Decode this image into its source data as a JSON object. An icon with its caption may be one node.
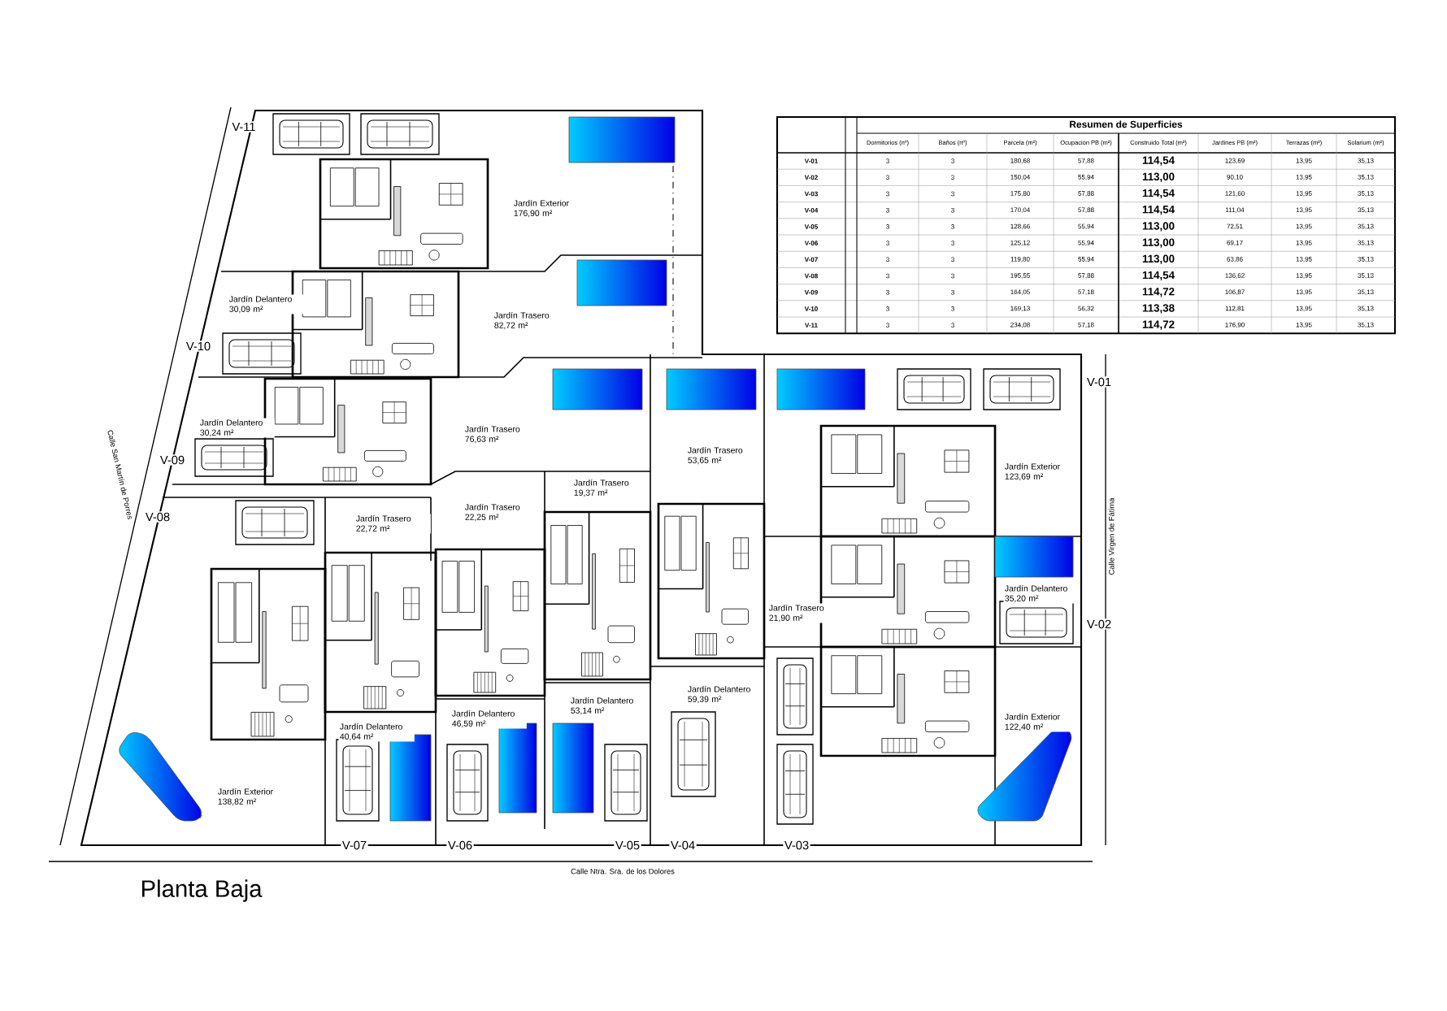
{
  "diagram": {
    "caption": "Planta Baja",
    "labels": [
      "Resumen de Superficies",
      "Dormitorios (nº)",
      "Baños (nº)",
      "Parcela (m²)",
      "Ocupación PB (m²)",
      "Construido Total (m²)",
      "Jardines PB (m²)",
      "Terrazas (m²)",
      "Solarium (m²)",
      "V-01",
      "3",
      "3",
      "180,68",
      "57,88",
      "114,54",
      "123,69",
      "13,95",
      "35,13",
      "V-02",
      "3",
      "3",
      "150,04",
      "55,94",
      "113,00",
      "90,10",
      "13,95",
      "35,13",
      "V-03",
      "3",
      "3",
      "175,80",
      "57,88",
      "114,54",
      "121,60",
      "13,95",
      "35,13",
      "V-04",
      "3",
      "3",
      "170,04",
      "57,88",
      "114,54",
      "111,04",
      "13,95",
      "35,13",
      "V-05",
      "3",
      "3",
      "128,66",
      "55,94",
      "113,00",
      "72,51",
      "13,95",
      "35,13",
      "V-06",
      "3",
      "3",
      "125,12",
      "55,94",
      "113,00",
      "69,17",
      "13,95",
      "35,13",
      "V-07",
      "3",
      "3",
      "119,80",
      "55,94",
      "113,00",
      "63,86",
      "13,95",
      "35,13",
      "V-08",
      "3",
      "3",
      "195,55",
      "57,88",
      "114,54",
      "136,62",
      "13,95",
      "35,13",
      "V-09",
      "3",
      "3",
      "164,05",
      "57,18",
      "114,72",
      "106,87",
      "13,95",
      "35,13",
      "V-10",
      "3",
      "3",
      "169,13",
      "56,32",
      "113,38",
      "112,81",
      "13,95",
      "35,13",
      "V-11",
      "3",
      "3",
      "234,08",
      "57,18",
      "114,72",
      "176,90",
      "13,95",
      "35,13",
      "V-11",
      "Jardín Exterior 176,90 m²",
      "V-10",
      "Jardín Delantero 30,09 m²",
      "Jardín Trasero 82,72 m²",
      "V-09",
      "Jardín Delantero 30,24 m²",
      "Jardín Trasero 76,63 m²",
      "V-01",
      "Jardín Trasero 53,65 m²",
      "Jardín Exterior 123,69 m²",
      "V-08",
      "Jardín Trasero 19,37 m²",
      "Jardín Trasero 22,25 m²",
      "Jardín Trasero 22,72 m²",
      "Jardín Delantero 35,20 m²",
      "Jardín Trasero 21,90 m²",
      "V-02",
      "Jardín Delantero 59,39 m²",
      "Jardín Delantero 53,14 m²",
      "Jardín Delantero 46,59 m²",
      "Jardín Delantero 40,64 m²",
      "Jardín Exterior 122,40 m²",
      "Jardín Exterior 138,82 m²",
      "V-07",
      "V-06",
      "V-05",
      "V-04",
      "V-03",
      "Calle San Martín de Porres",
      "Calle Virgen de Fátima",
      "Calle Ntra. Sra. de los Dolores"
    ]
  }
}
